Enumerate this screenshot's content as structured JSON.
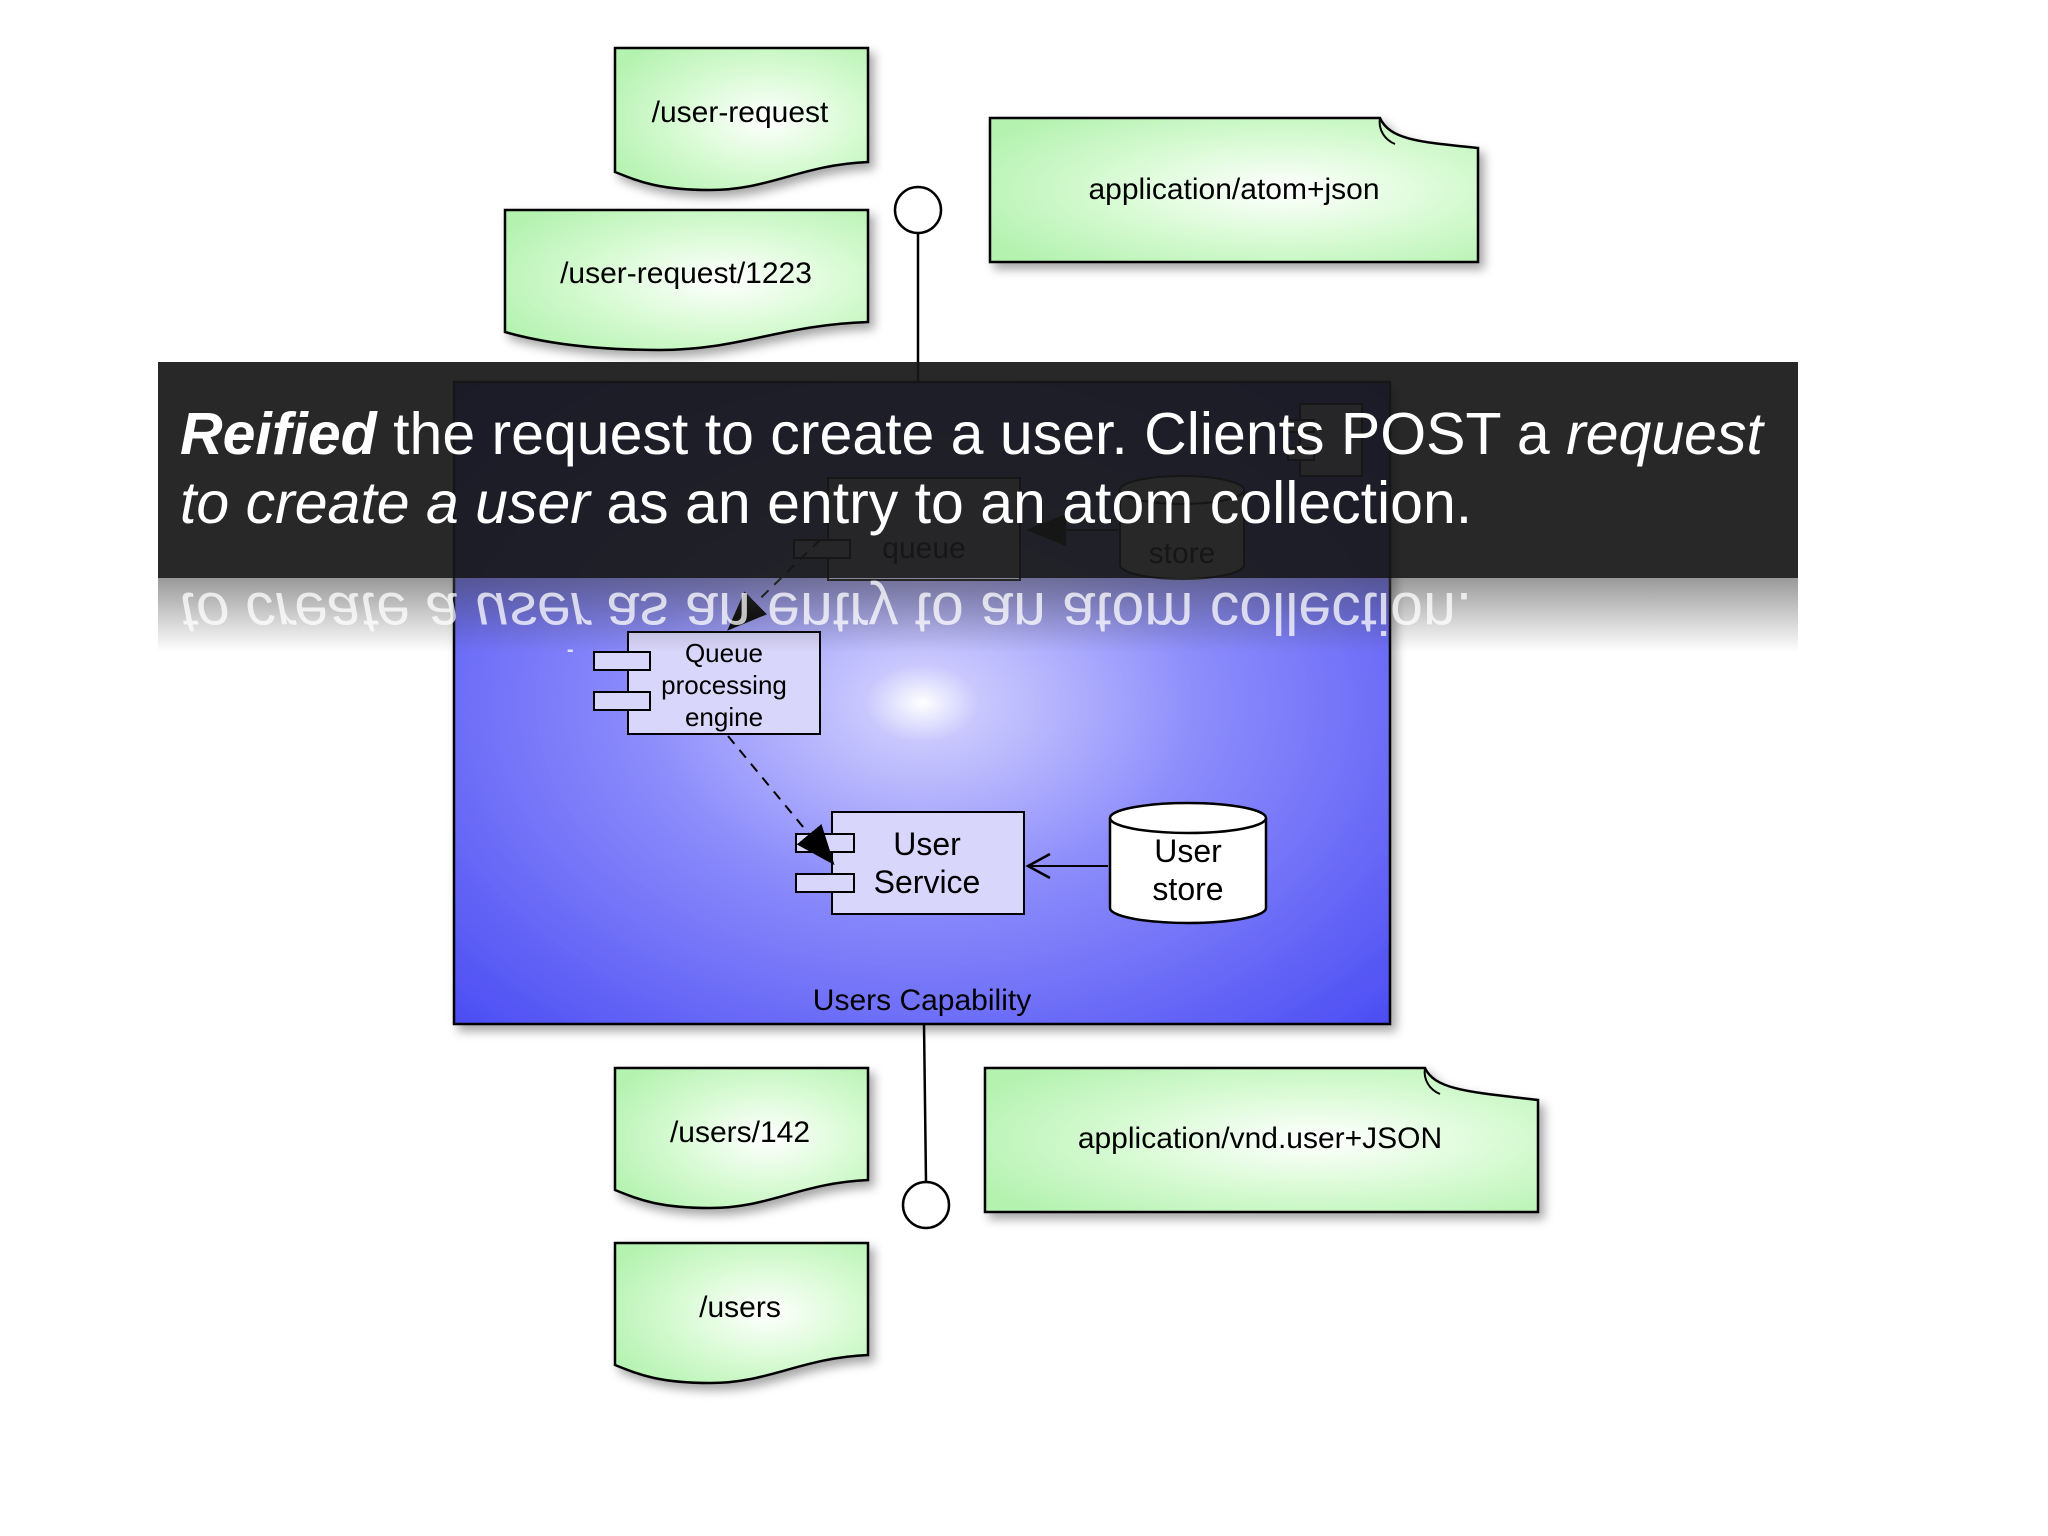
{
  "resource_notes": {
    "user_request": "/user-request",
    "user_request_1223": "/user-request/1223",
    "users_142": "/users/142",
    "users": "/users"
  },
  "media_type_notes": {
    "atom_json": "application/atom+json",
    "vnd_user_json": "application/vnd.user+JSON"
  },
  "capability": {
    "label": "Users Capability",
    "components": {
      "queue_line1": "queue",
      "request_store_line2": "store",
      "engine_line1": "Queue",
      "engine_line2": "processing",
      "engine_line3": "engine",
      "service_line1": "User",
      "service_line2": "Service",
      "store_line1": "User",
      "store_line2": "store"
    }
  },
  "caption": {
    "bold_word": "Reified",
    "part1": " the request to create a user. Clients POST a ",
    "italic_part": "request to create a user",
    "part2": " as an entry to an atom collection."
  },
  "colors": {
    "note_fill": "#c8f7c5",
    "capability_fill": "#5a5cf5",
    "component_fill": "#d9d6fb",
    "caption_band": "#181818"
  }
}
